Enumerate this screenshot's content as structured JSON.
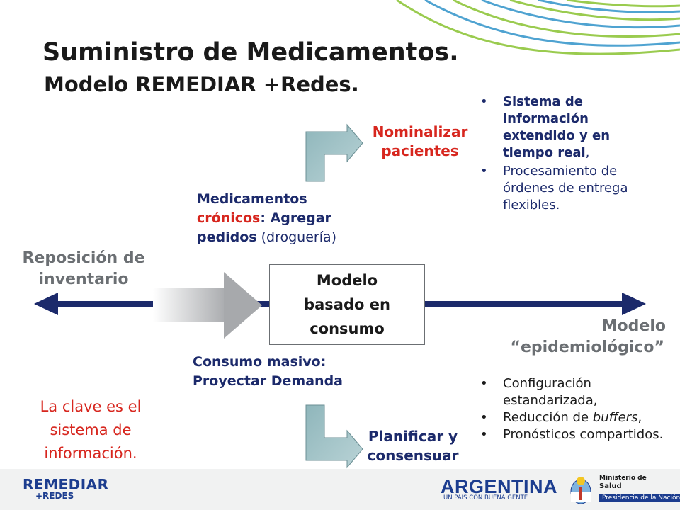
{
  "slide": {
    "title": "Suministro de Medicamentos.",
    "subtitle": "Modelo REMEDIAR +Redes."
  },
  "center_box": {
    "label": "Modelo basado en consumo"
  },
  "axis": {
    "left_label": "Reposición de inventario",
    "right_label_1": "Modelo",
    "right_label_2": "“epidemiológico”"
  },
  "upper": {
    "line1": "Medicamentos",
    "line2_red": "crónicos",
    "line2_rest": ": Agregar",
    "line3_bold": "pedidos",
    "line3_normal": " (droguería)",
    "action": "Nominalizar pacientes",
    "bullets": [
      {
        "bold": "Sistema de información extendido y en tiempo real",
        "rest": ","
      },
      {
        "bold": "",
        "rest": "Procesamiento de órdenes de entrega flexibles."
      }
    ]
  },
  "lower": {
    "line1": "Consumo masivo:",
    "line2": "Proyectar Demanda",
    "action": "Planificar y consensuar",
    "bullets": [
      {
        "text": "Configuración estandarizada,",
        "italic": ""
      },
      {
        "text": "Reducción de ",
        "italic": "buffers",
        "after": ","
      },
      {
        "text": "Pronósticos compartidos.",
        "italic": ""
      }
    ]
  },
  "key_message": "La clave es el sistema de información.",
  "logos": {
    "remediar_1": "REMEDIAR",
    "remediar_2": "+REDES",
    "argentina_1": "ARGENTINA",
    "argentina_2": "UN PAIS CON BUENA GENTE",
    "ministerio_1": "Ministerio de",
    "ministerio_2": "Salud",
    "ministerio_3": "Presidencia de la Nación"
  },
  "colors": {
    "title": "#1a1a1a",
    "accent_red": "#d7261e",
    "navy": "#1c2a6b",
    "gray": "#6b6f73",
    "arrow_teal": "#9bbfc4"
  }
}
